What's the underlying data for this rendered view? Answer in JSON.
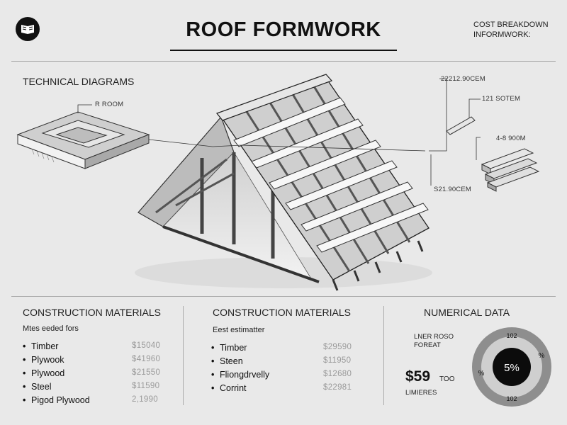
{
  "header": {
    "title": "ROOF FORMWORK",
    "cost_title": [
      "COST BREAKDOWN",
      "INFORMWORK:"
    ],
    "logo_icon": "book-icon"
  },
  "technical": {
    "title": "TECHNICAL DIAGRAMS",
    "labels": {
      "room": "R ROOM",
      "top_right": "22212.90CEM",
      "second_right": "121 SOTEM",
      "third_right": "4-8 900M",
      "bottom_right": "S21.90CEM"
    }
  },
  "materials_left": {
    "title": "CONSTRUCTION MATERIALS",
    "subtitle": "Mtes eeded fors",
    "items": [
      {
        "name": "Timber",
        "price": "$15040"
      },
      {
        "name": "Plywook",
        "price": "$41960"
      },
      {
        "name": "Plywood",
        "price": "$21550"
      },
      {
        "name": "Steel",
        "price": "$11590"
      },
      {
        "name": "Pigod Plywood",
        "price": "2,1990"
      }
    ]
  },
  "materials_mid": {
    "title": "CONSTRUCTION MATERIALS",
    "subtitle": "Eest estimatter",
    "items": [
      {
        "name": "Timber",
        "price": "$29590"
      },
      {
        "name": "Steen",
        "price": "$11950"
      },
      {
        "name": "Fliongdrvelly",
        "price": "$12680"
      },
      {
        "name": "Corrint",
        "price": "$22981"
      }
    ]
  },
  "numerical": {
    "title": "NUMERICAL DATA",
    "small_label": [
      "LNER ROSO",
      "FOREAT"
    ],
    "big_price": "$59",
    "too": "TOO",
    "bottom_label": "LIMIERES",
    "ring_top": "102",
    "ring_bottom": "102",
    "ring_left": "%",
    "ring_right": "%",
    "center": "5%",
    "colors": {
      "ring_outer": "#8e8e8e",
      "ring_inner": "#cfcfcf",
      "center": "#0c0c0c"
    }
  }
}
